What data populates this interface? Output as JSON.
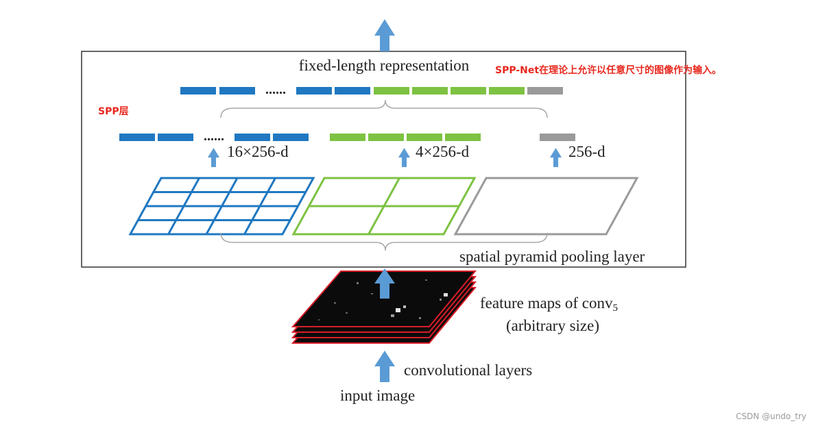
{
  "labels": {
    "fixed_length": "fixed-length representation",
    "bin_16": "16×256-d",
    "bin_4": "4×256-d",
    "bin_1": "256-d",
    "spp_layer": "spatial pyramid pooling layer",
    "feature_maps_line1": "feature maps of conv",
    "feature_maps_sub": "5",
    "feature_maps_line2": "(arbitrary size)",
    "conv_layers": "convolutional layers",
    "input_image": "input image",
    "dots_top": "......",
    "dots_mid": "......"
  },
  "annotations": {
    "note": "SPP-Net在理论上允许以任意尺寸的图像作为输入。",
    "spp_tag": "SPP层",
    "watermark": "CSDN @undo_try"
  },
  "colors": {
    "blue": "#1f78c1",
    "green": "#7dc242",
    "gray": "#9a9a9a",
    "arrow": "#5b9bd5",
    "red": "#e8281e",
    "stack_edge": "#d81e2a"
  }
}
